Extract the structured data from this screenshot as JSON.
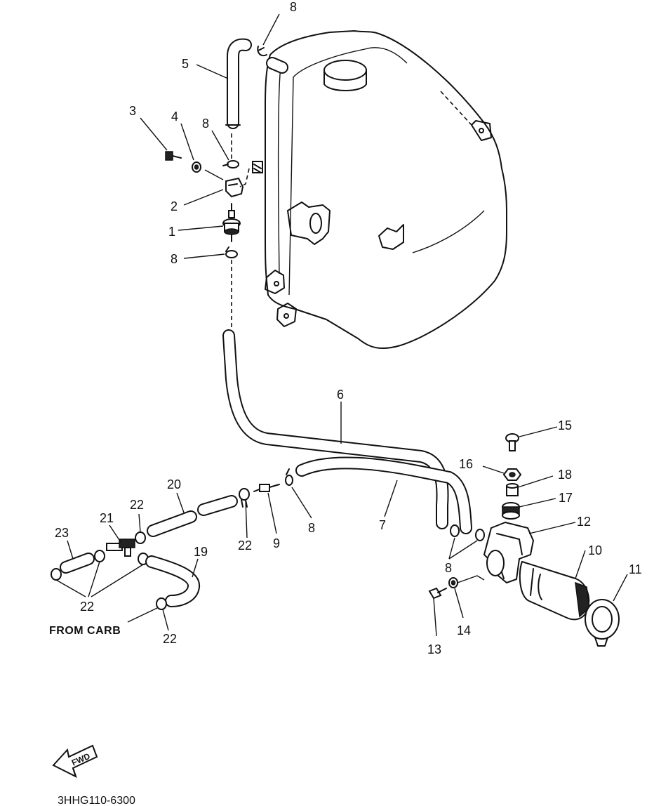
{
  "labels": {
    "n1": "1",
    "n2": "2",
    "n3": "3",
    "n4": "4",
    "n5": "5",
    "n6": "6",
    "n7": "7",
    "n8a": "8",
    "n8b": "8",
    "n8c": "8",
    "n8d": "8",
    "n8e": "8",
    "n9": "9",
    "n10": "10",
    "n11": "11",
    "n12": "12",
    "n13": "13",
    "n14": "14",
    "n15": "15",
    "n16": "16",
    "n17": "17",
    "n18": "18",
    "n19": "19",
    "n20": "20",
    "n21": "21",
    "n22a": "22",
    "n22b": "22",
    "n22c": "22",
    "n22d": "22",
    "n23": "23"
  },
  "from_carb": "FROM CARB",
  "fwd_arrow": "FWD",
  "figure_code": "3HHG110-6300"
}
